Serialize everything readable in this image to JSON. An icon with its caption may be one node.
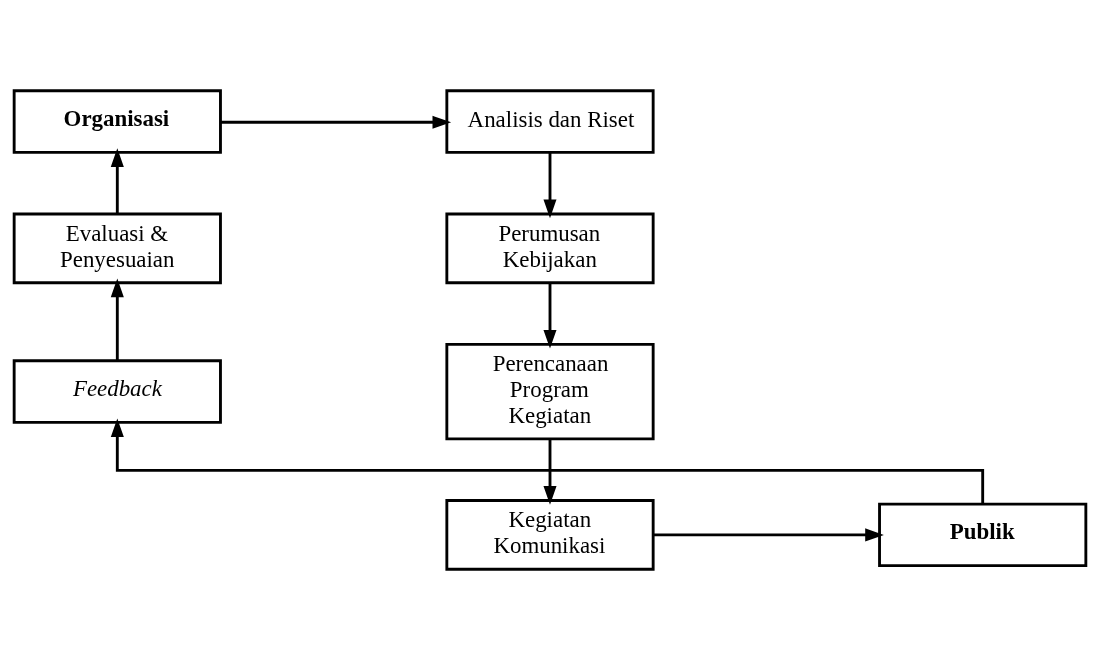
{
  "diagram": {
    "nodes": [
      {
        "text": [
          "Organisasi"
        ]
      },
      {
        "text": [
          "Analisis dan Riset"
        ]
      },
      {
        "text": [
          "Perumusan Kebijakan"
        ]
      },
      {
        "text": [
          "Perencanaan Program Kegiatan"
        ]
      },
      {
        "text": [
          "Kegiatan Komunikasi"
        ]
      },
      {
        "text": [
          "Publik"
        ]
      },
      {
        "text": [
          "Feedback"
        ]
      },
      {
        "text": [
          "Evaluasi & Penyesuaian"
        ]
      }
    ],
    "edges": [
      {
        "from": 0,
        "to": 1,
        "arrow": "to"
      },
      {
        "from": 1,
        "to": 2,
        "arrow": "to"
      },
      {
        "from": 2,
        "to": 3,
        "arrow": "to"
      },
      {
        "from": 3,
        "to": 4,
        "arrow": "to"
      },
      {
        "from": 4,
        "to": 5,
        "arrow": "to"
      },
      {
        "from": 5,
        "to": 6,
        "arrow": "to"
      },
      {
        "from": 6,
        "to": 7,
        "arrow": "to"
      },
      {
        "from": 7,
        "to": 0,
        "arrow": "to"
      }
    ]
  }
}
